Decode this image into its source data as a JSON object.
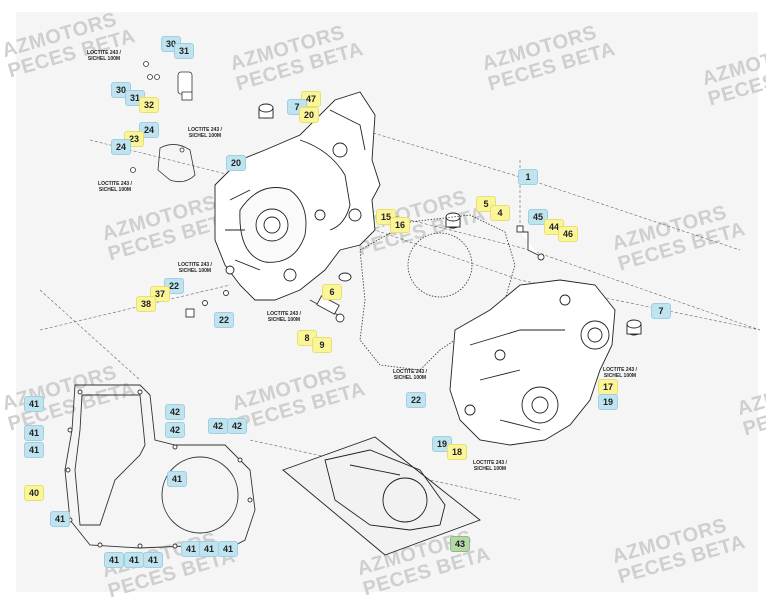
{
  "watermark": {
    "line1": "AZMOTORS",
    "line2": "PECES BETA"
  },
  "notes": {
    "loctite_line1": "LOCTITE 243 /",
    "loctite_line2": "SICHEL 100M"
  },
  "callouts": {
    "c30a": "30",
    "c31a": "31",
    "c30b": "30",
    "c31b": "31",
    "c32": "32",
    "c23": "23",
    "c24a": "24",
    "c24b": "24",
    "c7a": "7",
    "c47": "47",
    "c20a": "20",
    "c20b": "20",
    "c1": "1",
    "c5": "5",
    "c4": "4",
    "c45": "45",
    "c44": "44",
    "c46": "46",
    "c15": "15",
    "c16": "16",
    "c22a": "22",
    "c37": "37",
    "c38": "38",
    "c22b": "22",
    "c6": "6",
    "c8": "8",
    "c9": "9",
    "c7b": "7",
    "c17": "17",
    "c19a": "19",
    "c22c": "22",
    "c19b": "19",
    "c18": "18",
    "c41a": "41",
    "c41b": "41",
    "c41c": "41",
    "c40": "40",
    "c41d": "41",
    "c42a": "42",
    "c42b": "42",
    "c42c": "42",
    "c42d": "42",
    "c41e": "41",
    "c41f": "41",
    "c41g": "41",
    "c41h": "41",
    "c41i": "41",
    "c41j": "41",
    "c41k": "41",
    "c43": "43"
  }
}
